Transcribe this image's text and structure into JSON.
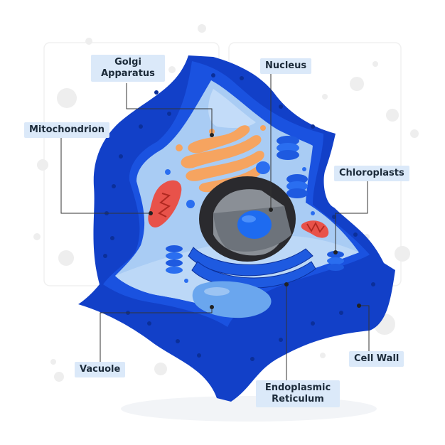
{
  "diagram": {
    "labels": {
      "golgi": "Golgi\nApparatus",
      "nucleus": "Nucleus",
      "mitochondrion": "Mitochondrion",
      "chloroplasts": "Chloroplasts",
      "vacuole": "Vacuole",
      "cell_wall": "Cell Wall",
      "er": "Endoplasmic\nReticulum"
    },
    "colors": {
      "wall_dark": "#1240c8",
      "wall_mid": "#1e5ae0",
      "cytoplasm": "#a9ccf4",
      "cyto_light": "#cfe3fb",
      "nucleus_dark": "#2a2a2e",
      "nucleus_grey": "#8a8f96",
      "nucleolus": "#1e6bf0",
      "golgi": "#f6a460",
      "mito_red": "#e8524a",
      "vacuole": "#6aa6ee",
      "line": "#333333"
    }
  }
}
